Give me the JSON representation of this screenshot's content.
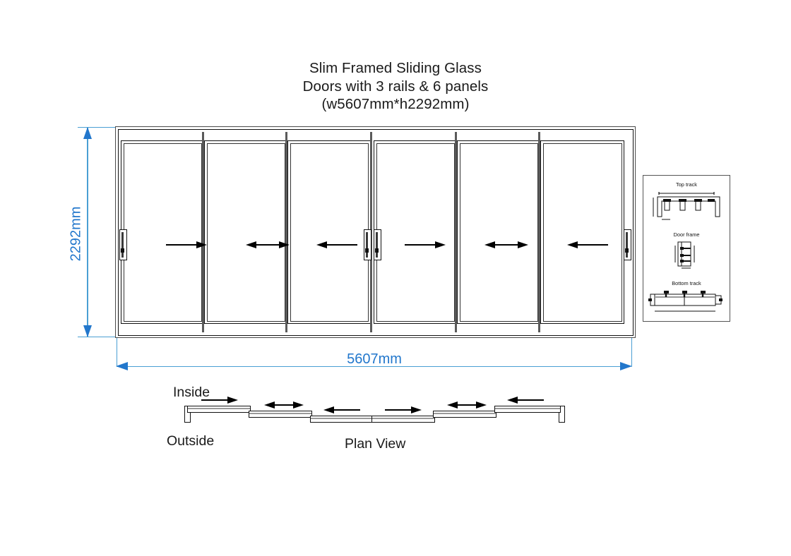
{
  "drawing": {
    "title_lines": [
      "Slim Framed Sliding Glass",
      "Doors with 3 rails & 6 panels",
      "(w5607mm*h2292mm)"
    ],
    "accent_color": "#2277cc",
    "line_color": "#111111"
  },
  "dimensions": {
    "height_label": "2292mm",
    "width_label": "5607mm",
    "height_value_mm": 2292,
    "width_value_mm": 5607
  },
  "elevation": {
    "panel_count": 6,
    "rail_count": 3,
    "panels": [
      {
        "index": 1,
        "arrow": "right",
        "handle": "left"
      },
      {
        "index": 2,
        "arrow": "bidirectional",
        "handle": "none"
      },
      {
        "index": 3,
        "arrow": "left",
        "handle": "none"
      },
      {
        "index": 4,
        "arrow": "right",
        "handle": "left"
      },
      {
        "index": 5,
        "arrow": "bidirectional",
        "handle": "none"
      },
      {
        "index": 6,
        "arrow": "left",
        "handle": "right"
      }
    ]
  },
  "details": {
    "items": [
      {
        "label": "Top track"
      },
      {
        "label": "Door frame"
      },
      {
        "label": "Bottom track"
      }
    ]
  },
  "plan": {
    "title": "Plan View",
    "inside_label": "Inside",
    "outside_label": "Outside",
    "panels": [
      {
        "index": 1,
        "arrow": "right"
      },
      {
        "index": 2,
        "arrow": "bidirectional"
      },
      {
        "index": 3,
        "arrow": "left"
      },
      {
        "index": 4,
        "arrow": "right"
      },
      {
        "index": 5,
        "arrow": "bidirectional"
      },
      {
        "index": 6,
        "arrow": "left"
      }
    ]
  }
}
